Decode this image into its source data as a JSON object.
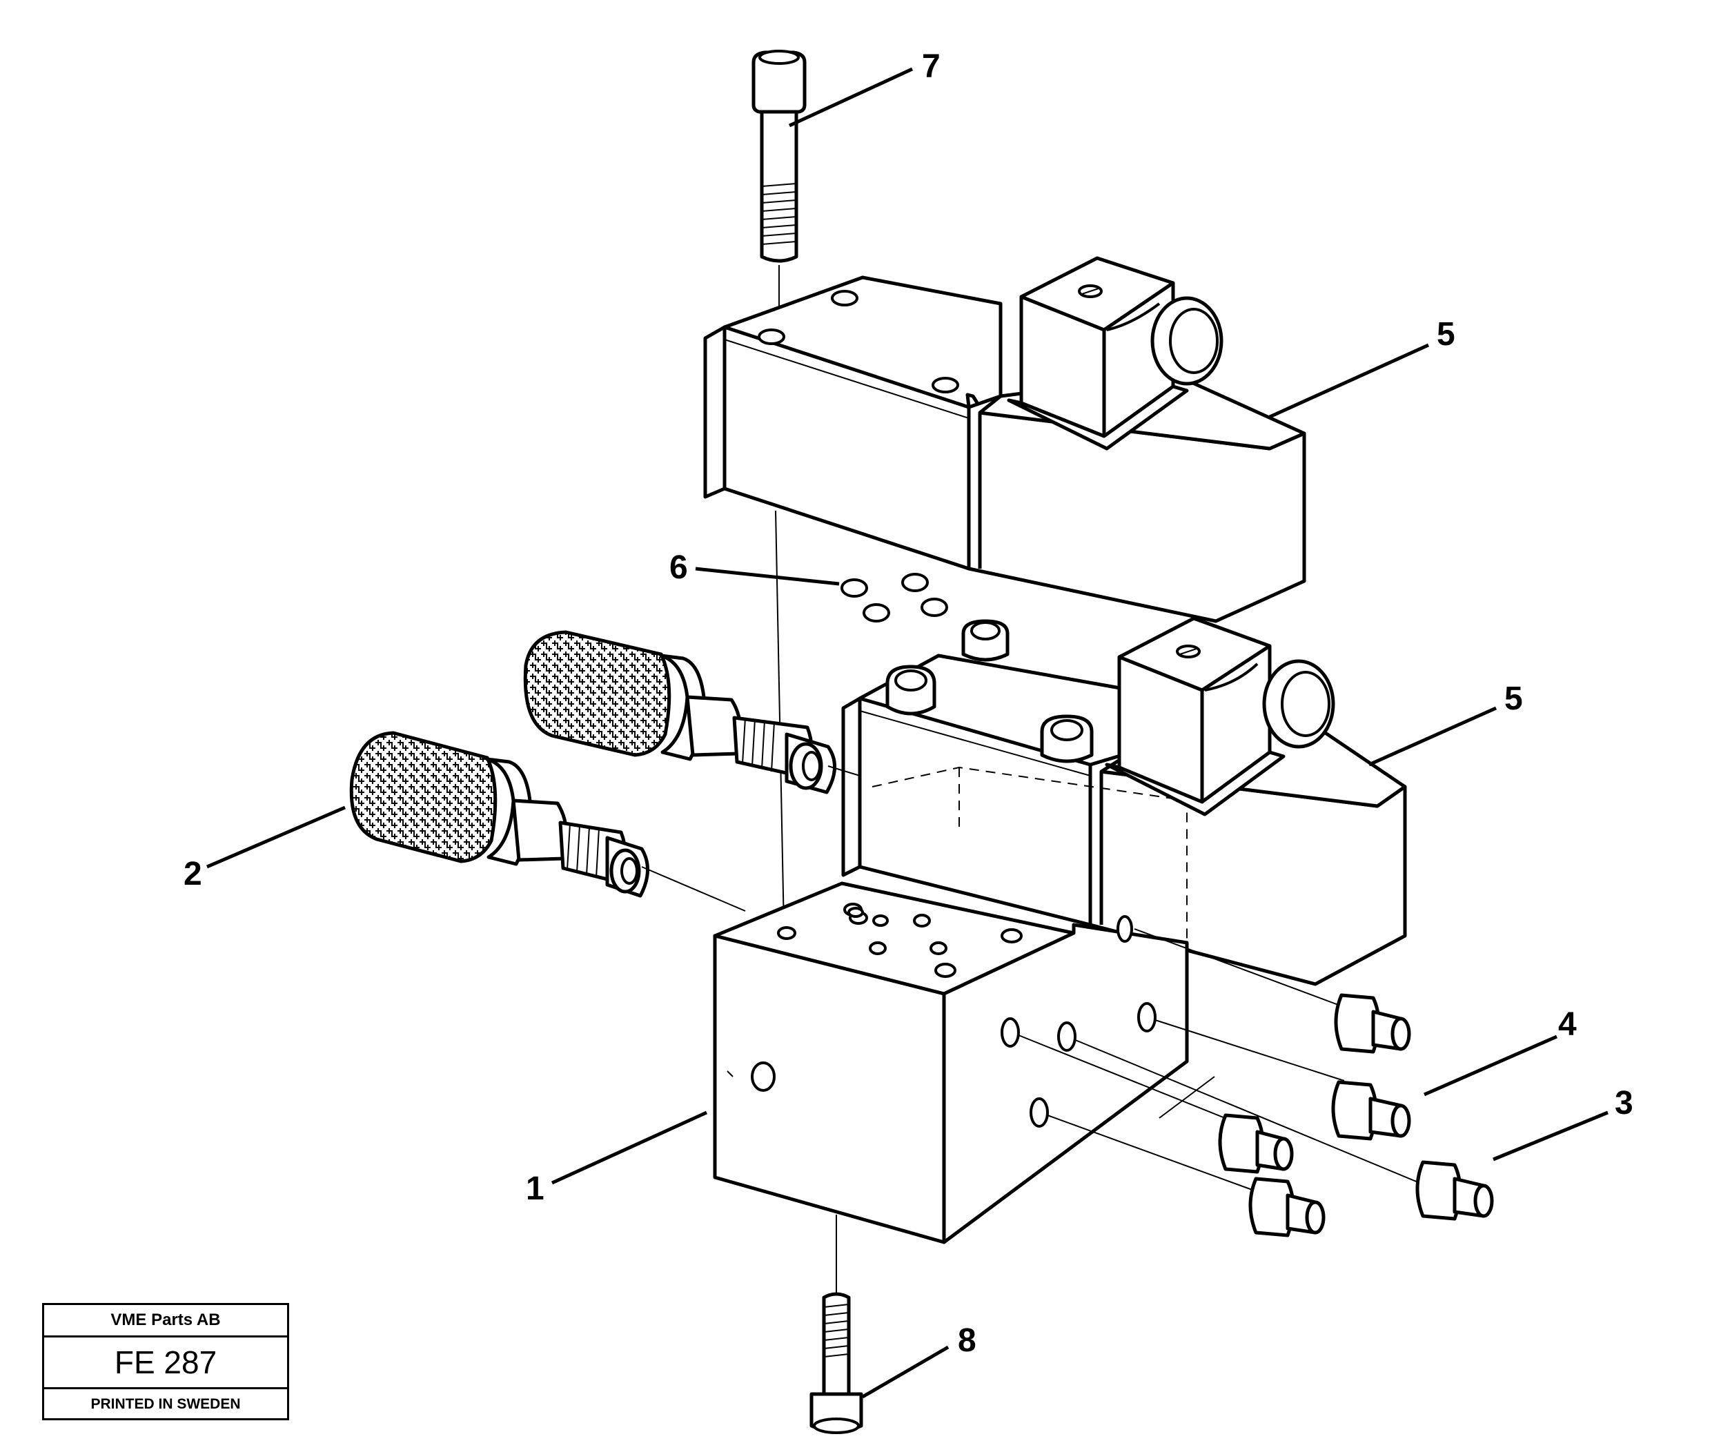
{
  "title_block": {
    "company": "VME Parts AB",
    "figure_number": "FE 287",
    "printed": "PRINTED IN SWEDEN"
  },
  "callouts": {
    "item_1": "1",
    "item_2": "2",
    "item_3": "3",
    "item_4": "4",
    "item_5_upper": "5",
    "item_5_lower": "5",
    "item_6": "6",
    "item_7": "7",
    "item_8": "8"
  },
  "parts": [
    {
      "ref": "1",
      "name": "valve-block"
    },
    {
      "ref": "2",
      "name": "quick-coupling"
    },
    {
      "ref": "3",
      "name": "nipple"
    },
    {
      "ref": "4",
      "name": "nipple"
    },
    {
      "ref": "5",
      "name": "solenoid-valve"
    },
    {
      "ref": "6",
      "name": "o-ring"
    },
    {
      "ref": "7",
      "name": "socket-head-screw-long"
    },
    {
      "ref": "8",
      "name": "socket-head-screw-short"
    }
  ]
}
